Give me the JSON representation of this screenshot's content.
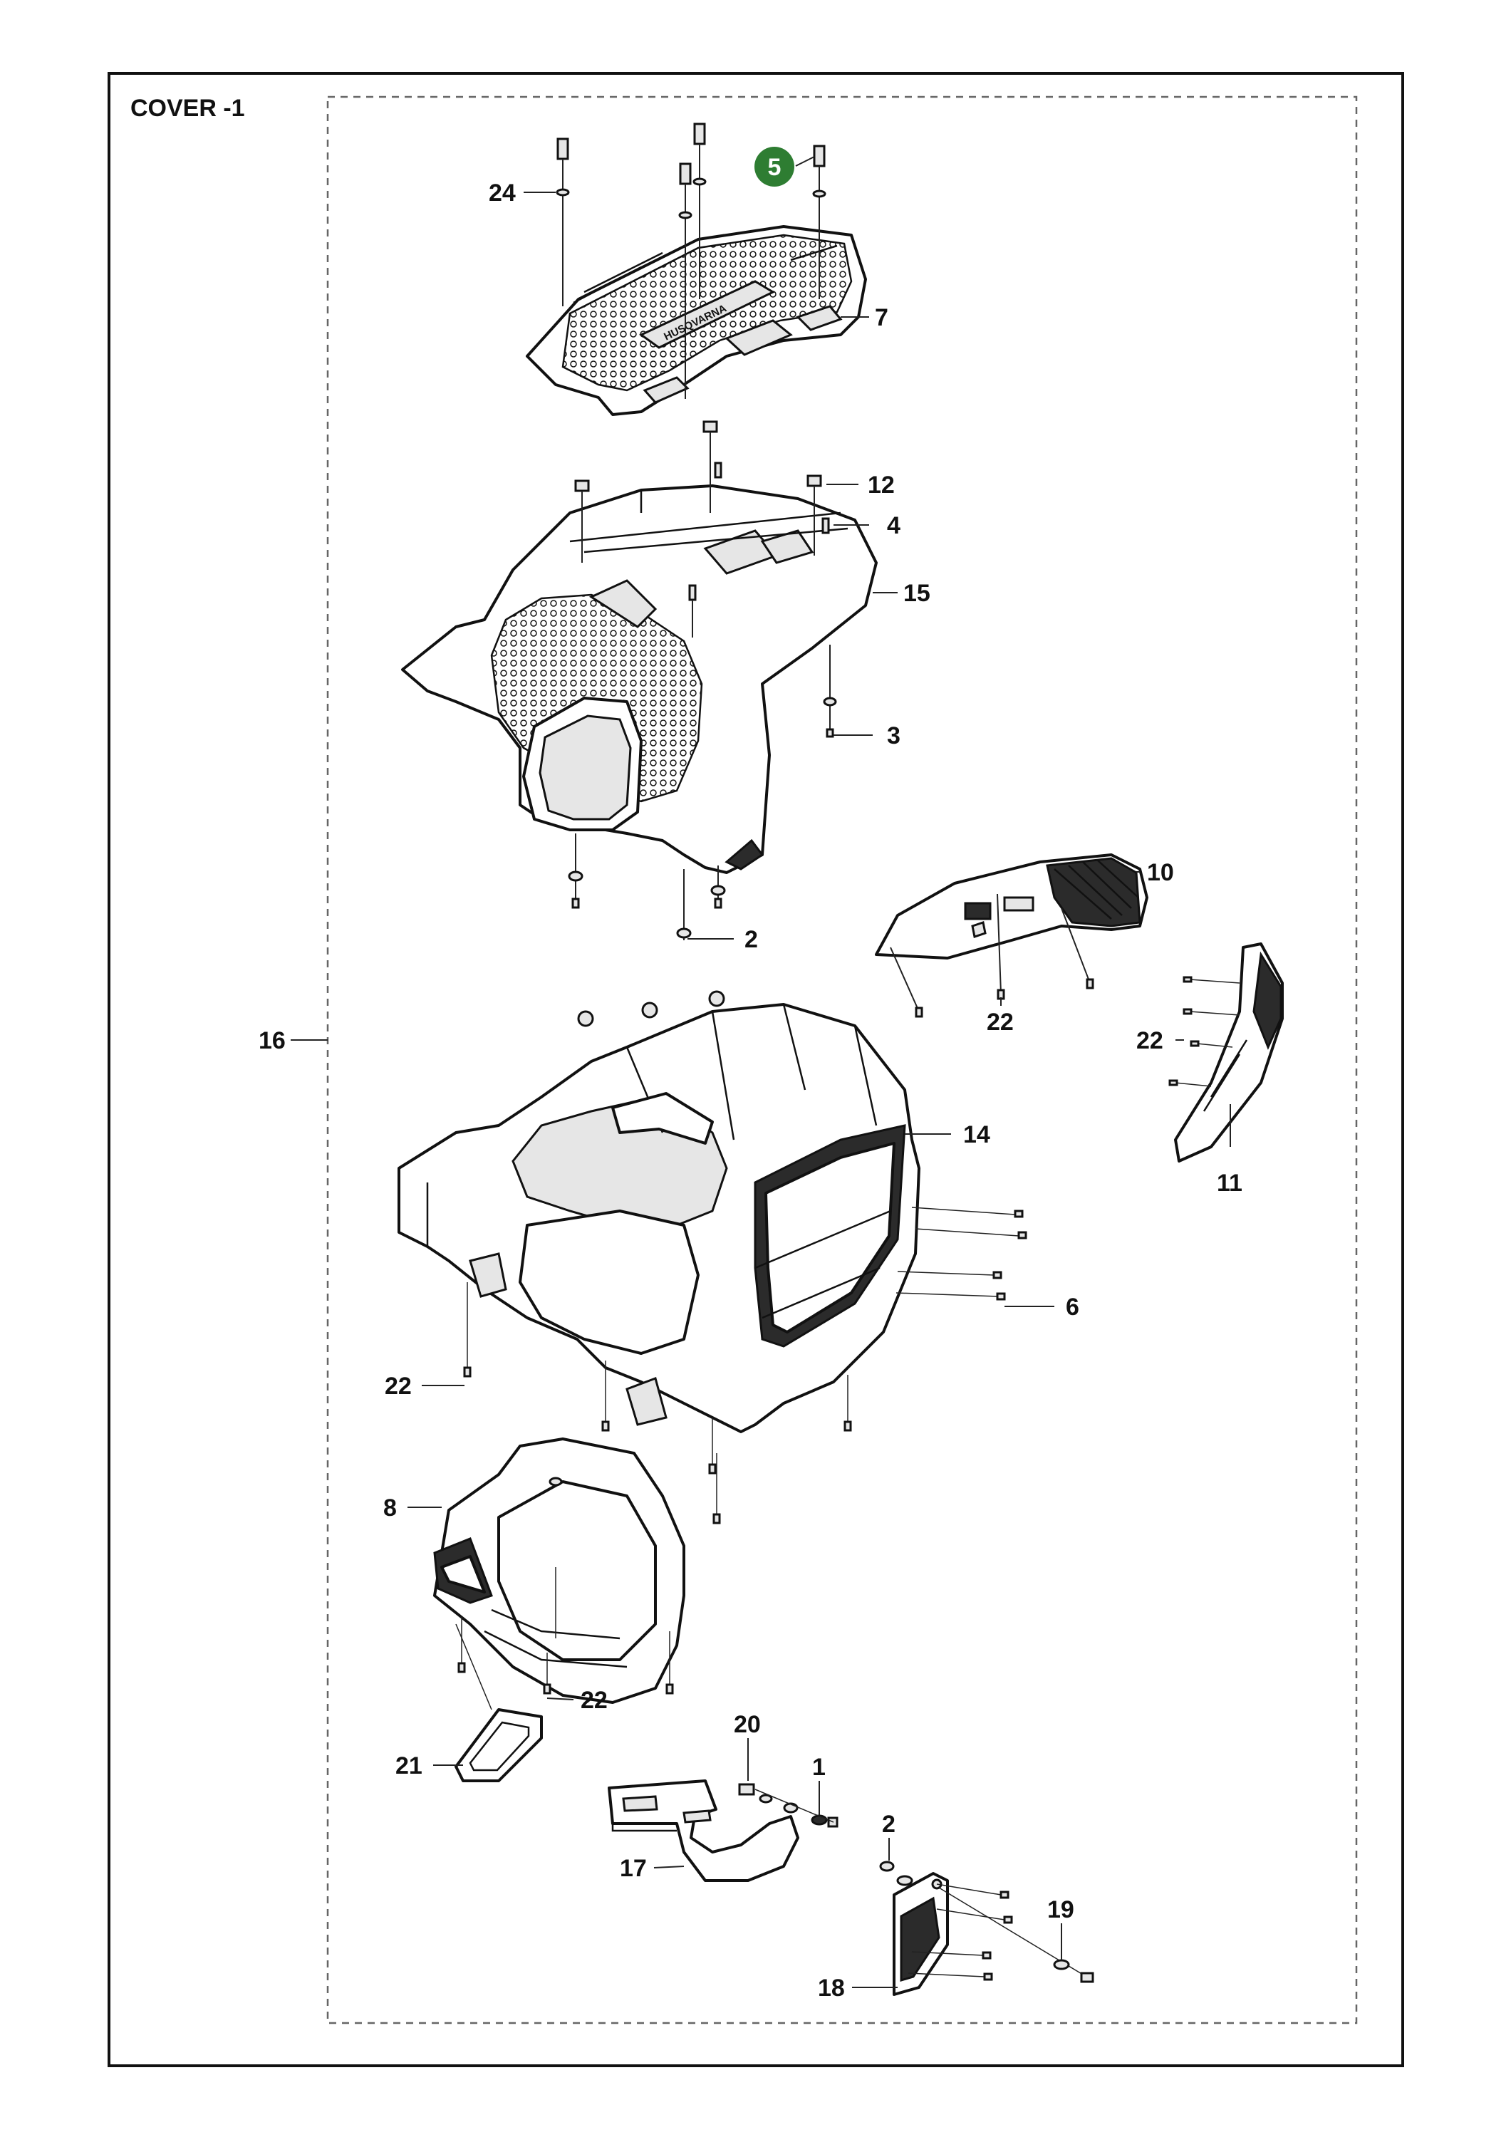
{
  "title": "COVER -1",
  "highlight_color": "#2e7d32",
  "callouts": {
    "c24": "24",
    "c5": "5",
    "c7": "7",
    "c12": "12",
    "c4": "4",
    "c15": "15",
    "c3": "3",
    "c2a": "2",
    "c10": "10",
    "c22a": "22",
    "c22b": "22",
    "c16": "16",
    "c14": "14",
    "c11": "11",
    "c6": "6",
    "c22c": "22",
    "c8": "8",
    "c22d": "22",
    "c21": "21",
    "c20": "20",
    "c1": "1",
    "c2b": "2",
    "c17": "17",
    "c19": "19",
    "c18": "18"
  }
}
